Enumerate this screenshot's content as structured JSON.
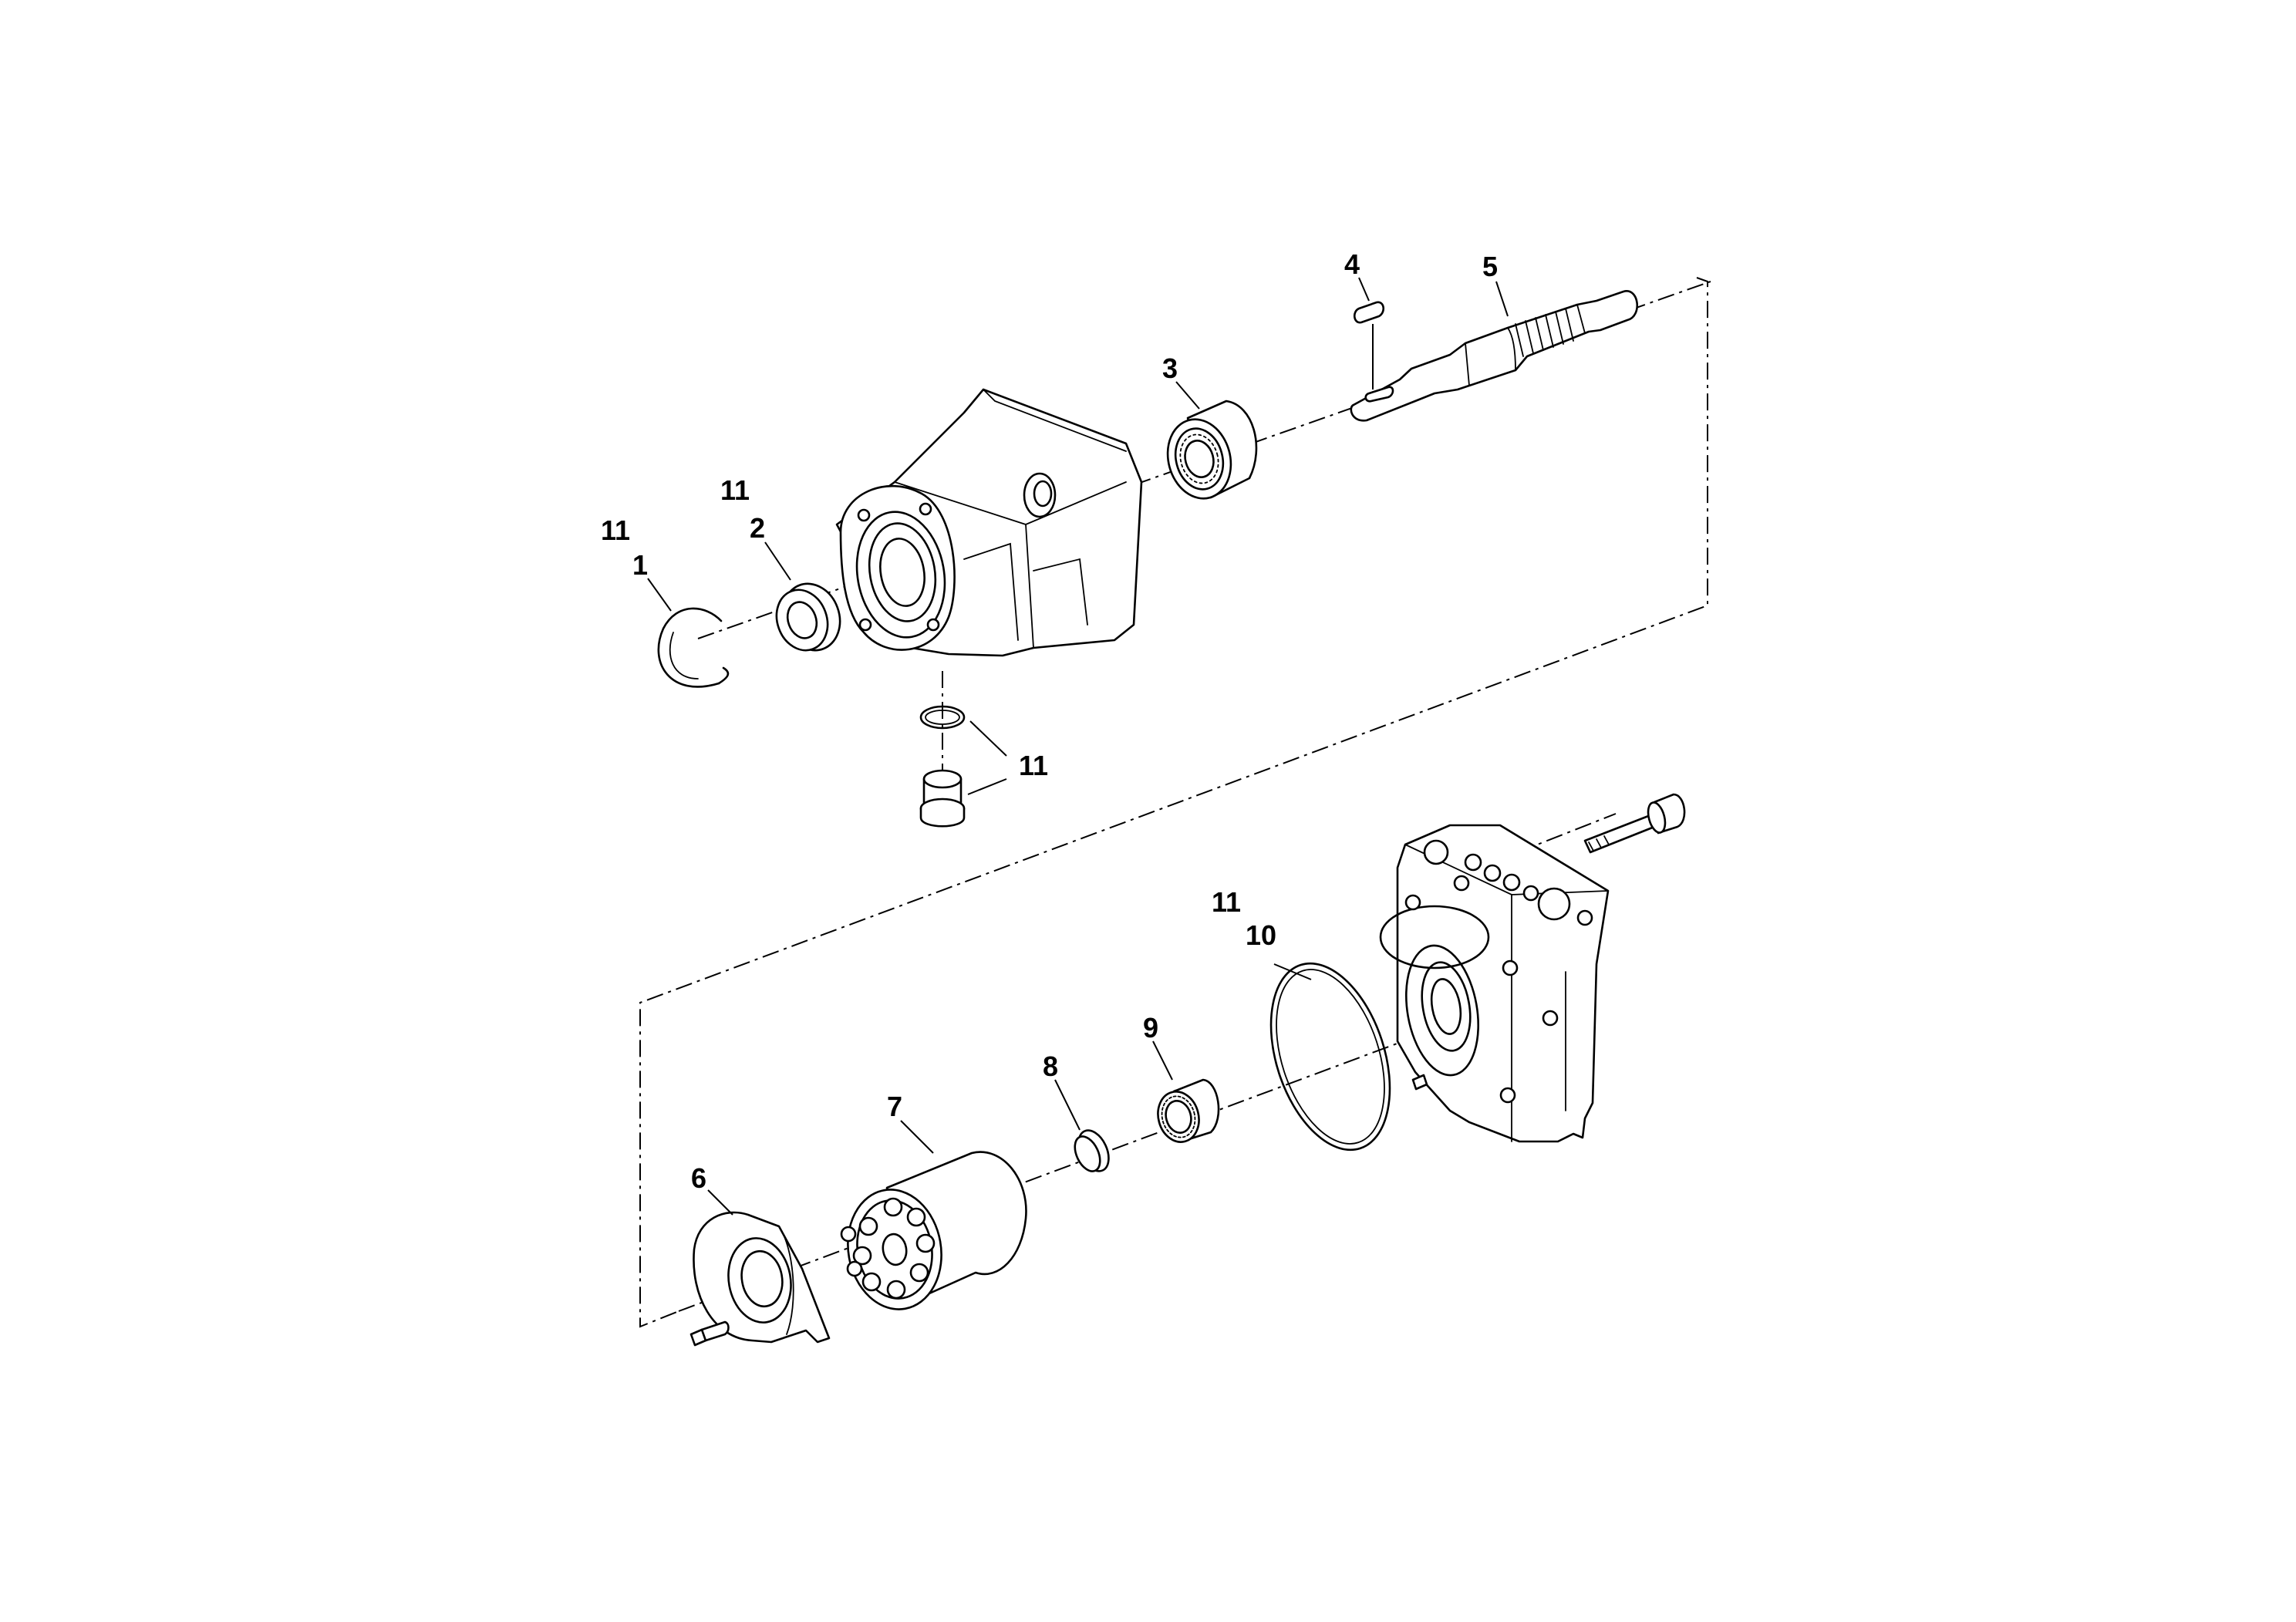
{
  "labels": {
    "l1": "1",
    "l2": "2",
    "l3": "3",
    "l4": "4",
    "l5": "5",
    "l6": "6",
    "l7": "7",
    "l8": "8",
    "l9": "9",
    "l10": "10",
    "l11_circlip": "11",
    "l11_seal": "11",
    "l11_oring": "11",
    "l11_plug": "11",
    "l11_ring": "11"
  }
}
